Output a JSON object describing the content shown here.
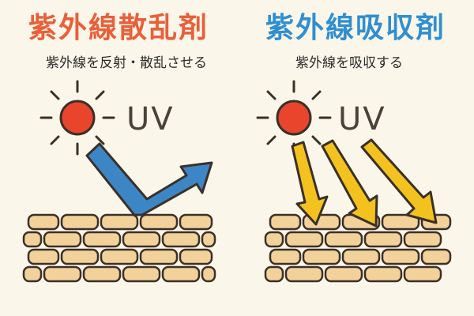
{
  "left_panel": {
    "title": "紫外線散乱剤",
    "subtitle": "紫外線を反射・散乱させる",
    "uv_label": "UV",
    "title_color": "#e8603a"
  },
  "right_panel": {
    "title": "紫外線吸収剤",
    "subtitle": "紫外線を吸収する",
    "uv_label": "UV",
    "title_color": "#2f8fd0"
  },
  "colors": {
    "background": "#fbf6ea",
    "sun": "#e8452c",
    "reflect_arrow": "#3d86c6",
    "absorb_arrow": "#f3c21e",
    "brick": "#f3d19b",
    "outline": "#3a3027"
  },
  "icons": [
    "sun-icon",
    "reflected-uv-arrow",
    "absorbed-uv-arrow",
    "skin-cells"
  ]
}
